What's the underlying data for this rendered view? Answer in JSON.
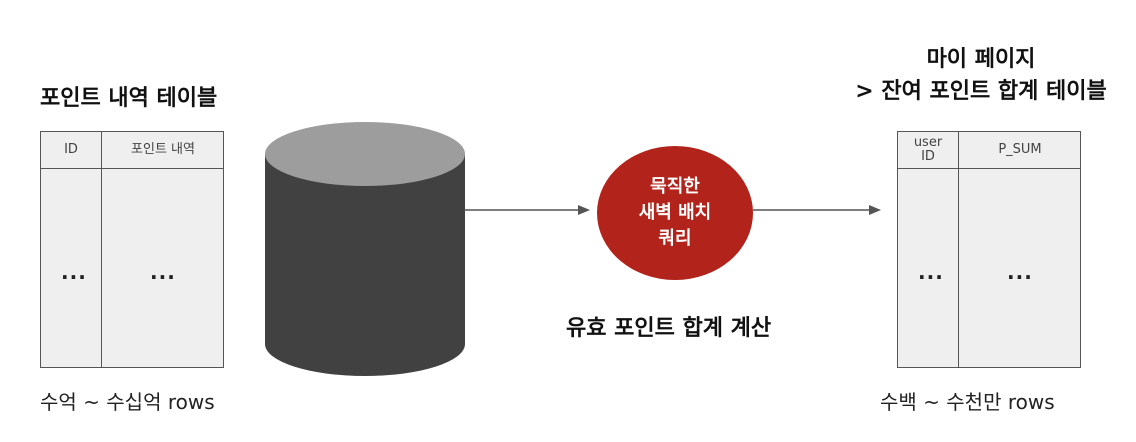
{
  "left": {
    "title": "포인트 내역 테이블",
    "col1": "ID",
    "col2": "포인트 내역",
    "ellipsis1": "...",
    "ellipsis2": "...",
    "caption": "수억 ~ 수십억 rows"
  },
  "process": {
    "circle_line1": "묵직한",
    "circle_line2": "새벽 배치",
    "circle_line3": "쿼리",
    "label": "유효 포인트 합계 계산"
  },
  "right": {
    "title_line1": "마이 페이지",
    "title_line2": "> 잔여 포인트 합계 테이블",
    "col1_line1": "user",
    "col1_line2": "ID",
    "col2": "P_SUM",
    "ellipsis1": "...",
    "ellipsis2": "...",
    "caption": "수백 ~ 수천만 rows"
  },
  "colors": {
    "cylinder_body": "#414141",
    "cylinder_top": "#9d9d9d",
    "circle": "#b1231b",
    "table_fill": "#efefef"
  }
}
